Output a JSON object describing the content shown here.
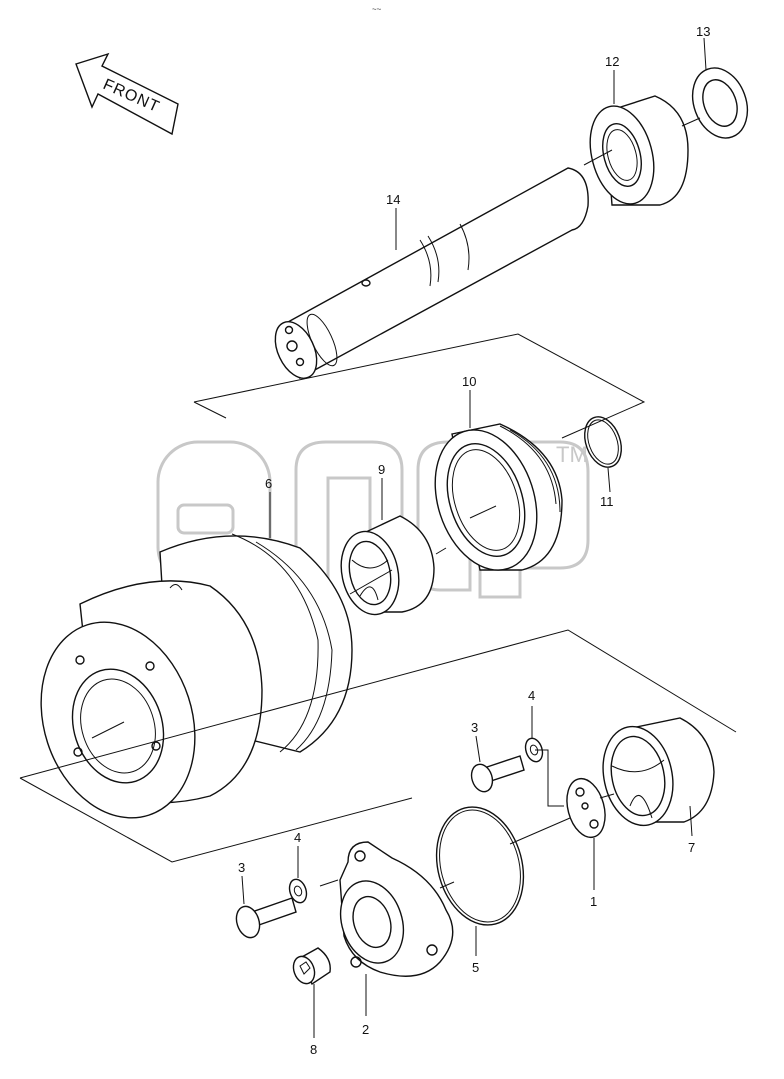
{
  "diagram": {
    "front_label": "FRONT",
    "watermark_text": "TM",
    "callouts": [
      {
        "id": "c1",
        "text": "1"
      },
      {
        "id": "c2",
        "text": "2"
      },
      {
        "id": "c3a",
        "text": "3"
      },
      {
        "id": "c3b",
        "text": "3"
      },
      {
        "id": "c4a",
        "text": "4"
      },
      {
        "id": "c4b",
        "text": "4"
      },
      {
        "id": "c5",
        "text": "5"
      },
      {
        "id": "c6",
        "text": "6"
      },
      {
        "id": "c7",
        "text": "7"
      },
      {
        "id": "c8",
        "text": "8"
      },
      {
        "id": "c9",
        "text": "9"
      },
      {
        "id": "c10",
        "text": "10"
      },
      {
        "id": "c11",
        "text": "11"
      },
      {
        "id": "c12",
        "text": "12"
      },
      {
        "id": "c13",
        "text": "13"
      },
      {
        "id": "c14",
        "text": "14"
      }
    ],
    "colors": {
      "line": "#111111",
      "watermark": "#c8c8c8",
      "background": "#ffffff"
    }
  }
}
